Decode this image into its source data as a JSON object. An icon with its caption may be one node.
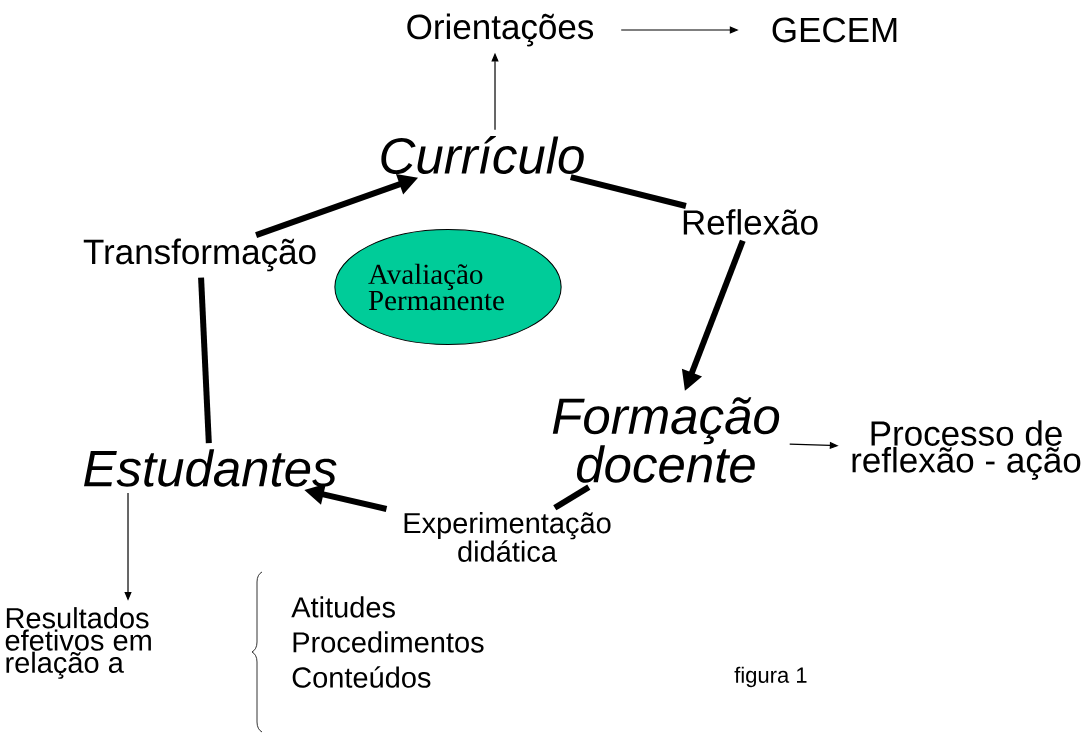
{
  "diagram": {
    "nodes": [
      {
        "text": [
          "Orientações"
        ]
      },
      {
        "text": [
          "GECEM"
        ]
      },
      {
        "text": [
          "Currículo"
        ]
      },
      {
        "text": [
          "Reflexão"
        ]
      },
      {
        "text": [
          "Formação docente"
        ]
      },
      {
        "text": [
          "Processo de reflexão - ação"
        ]
      },
      {
        "text": [
          "Experimentação didática"
        ]
      },
      {
        "text": [
          "Estudantes"
        ]
      },
      {
        "text": [
          "Transformação"
        ]
      },
      {
        "text": [
          "Avaliação Permanente"
        ]
      },
      {
        "text": [
          "Resultados efetivos em relação a"
        ]
      }
    ],
    "edges": [
      {
        "from": 2,
        "to": 0,
        "arrow": "to"
      },
      {
        "from": 0,
        "to": 1,
        "arrow": "to"
      },
      {
        "from": 2,
        "to": 3,
        "arrow": "none"
      },
      {
        "from": 3,
        "to": 4,
        "arrow": "to"
      },
      {
        "from": 4,
        "to": 5,
        "arrow": "to"
      },
      {
        "from": 4,
        "to": 6,
        "arrow": "none"
      },
      {
        "from": 6,
        "to": 7,
        "arrow": "to"
      },
      {
        "from": 7,
        "to": 8,
        "arrow": "none"
      },
      {
        "from": 8,
        "to": 2,
        "arrow": "to"
      },
      {
        "from": 7,
        "to": 10,
        "arrow": "to"
      }
    ],
    "labels": [
      "Atitudes",
      "Procedimentos",
      "Conteúdos",
      "figura 1"
    ]
  }
}
